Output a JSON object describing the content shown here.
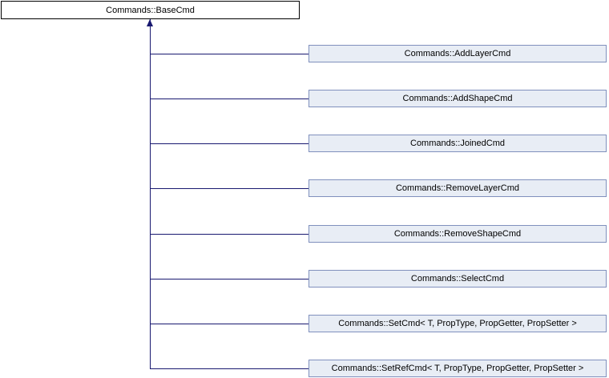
{
  "diagram": {
    "kind": "class-inheritance",
    "base_class": {
      "label": "Commands::BaseCmd"
    },
    "derived_classes": [
      {
        "label": "Commands::AddLayerCmd"
      },
      {
        "label": "Commands::AddShapeCmd"
      },
      {
        "label": "Commands::JoinedCmd"
      },
      {
        "label": "Commands::RemoveLayerCmd"
      },
      {
        "label": "Commands::RemoveShapeCmd"
      },
      {
        "label": "Commands::SelectCmd"
      },
      {
        "label": "Commands::SetCmd< T, PropType, PropGetter, PropSetter >"
      },
      {
        "label": "Commands::SetRefCmd< T, PropType, PropGetter, PropSetter >"
      }
    ]
  },
  "colors": {
    "background": "#ffffff",
    "edge": "#191970",
    "text": "#000000",
    "base_node_fill": "#ffffff",
    "base_node_border": "#000000",
    "derived_node_fill": "#e8edf5",
    "derived_node_border": "#8090bd"
  }
}
